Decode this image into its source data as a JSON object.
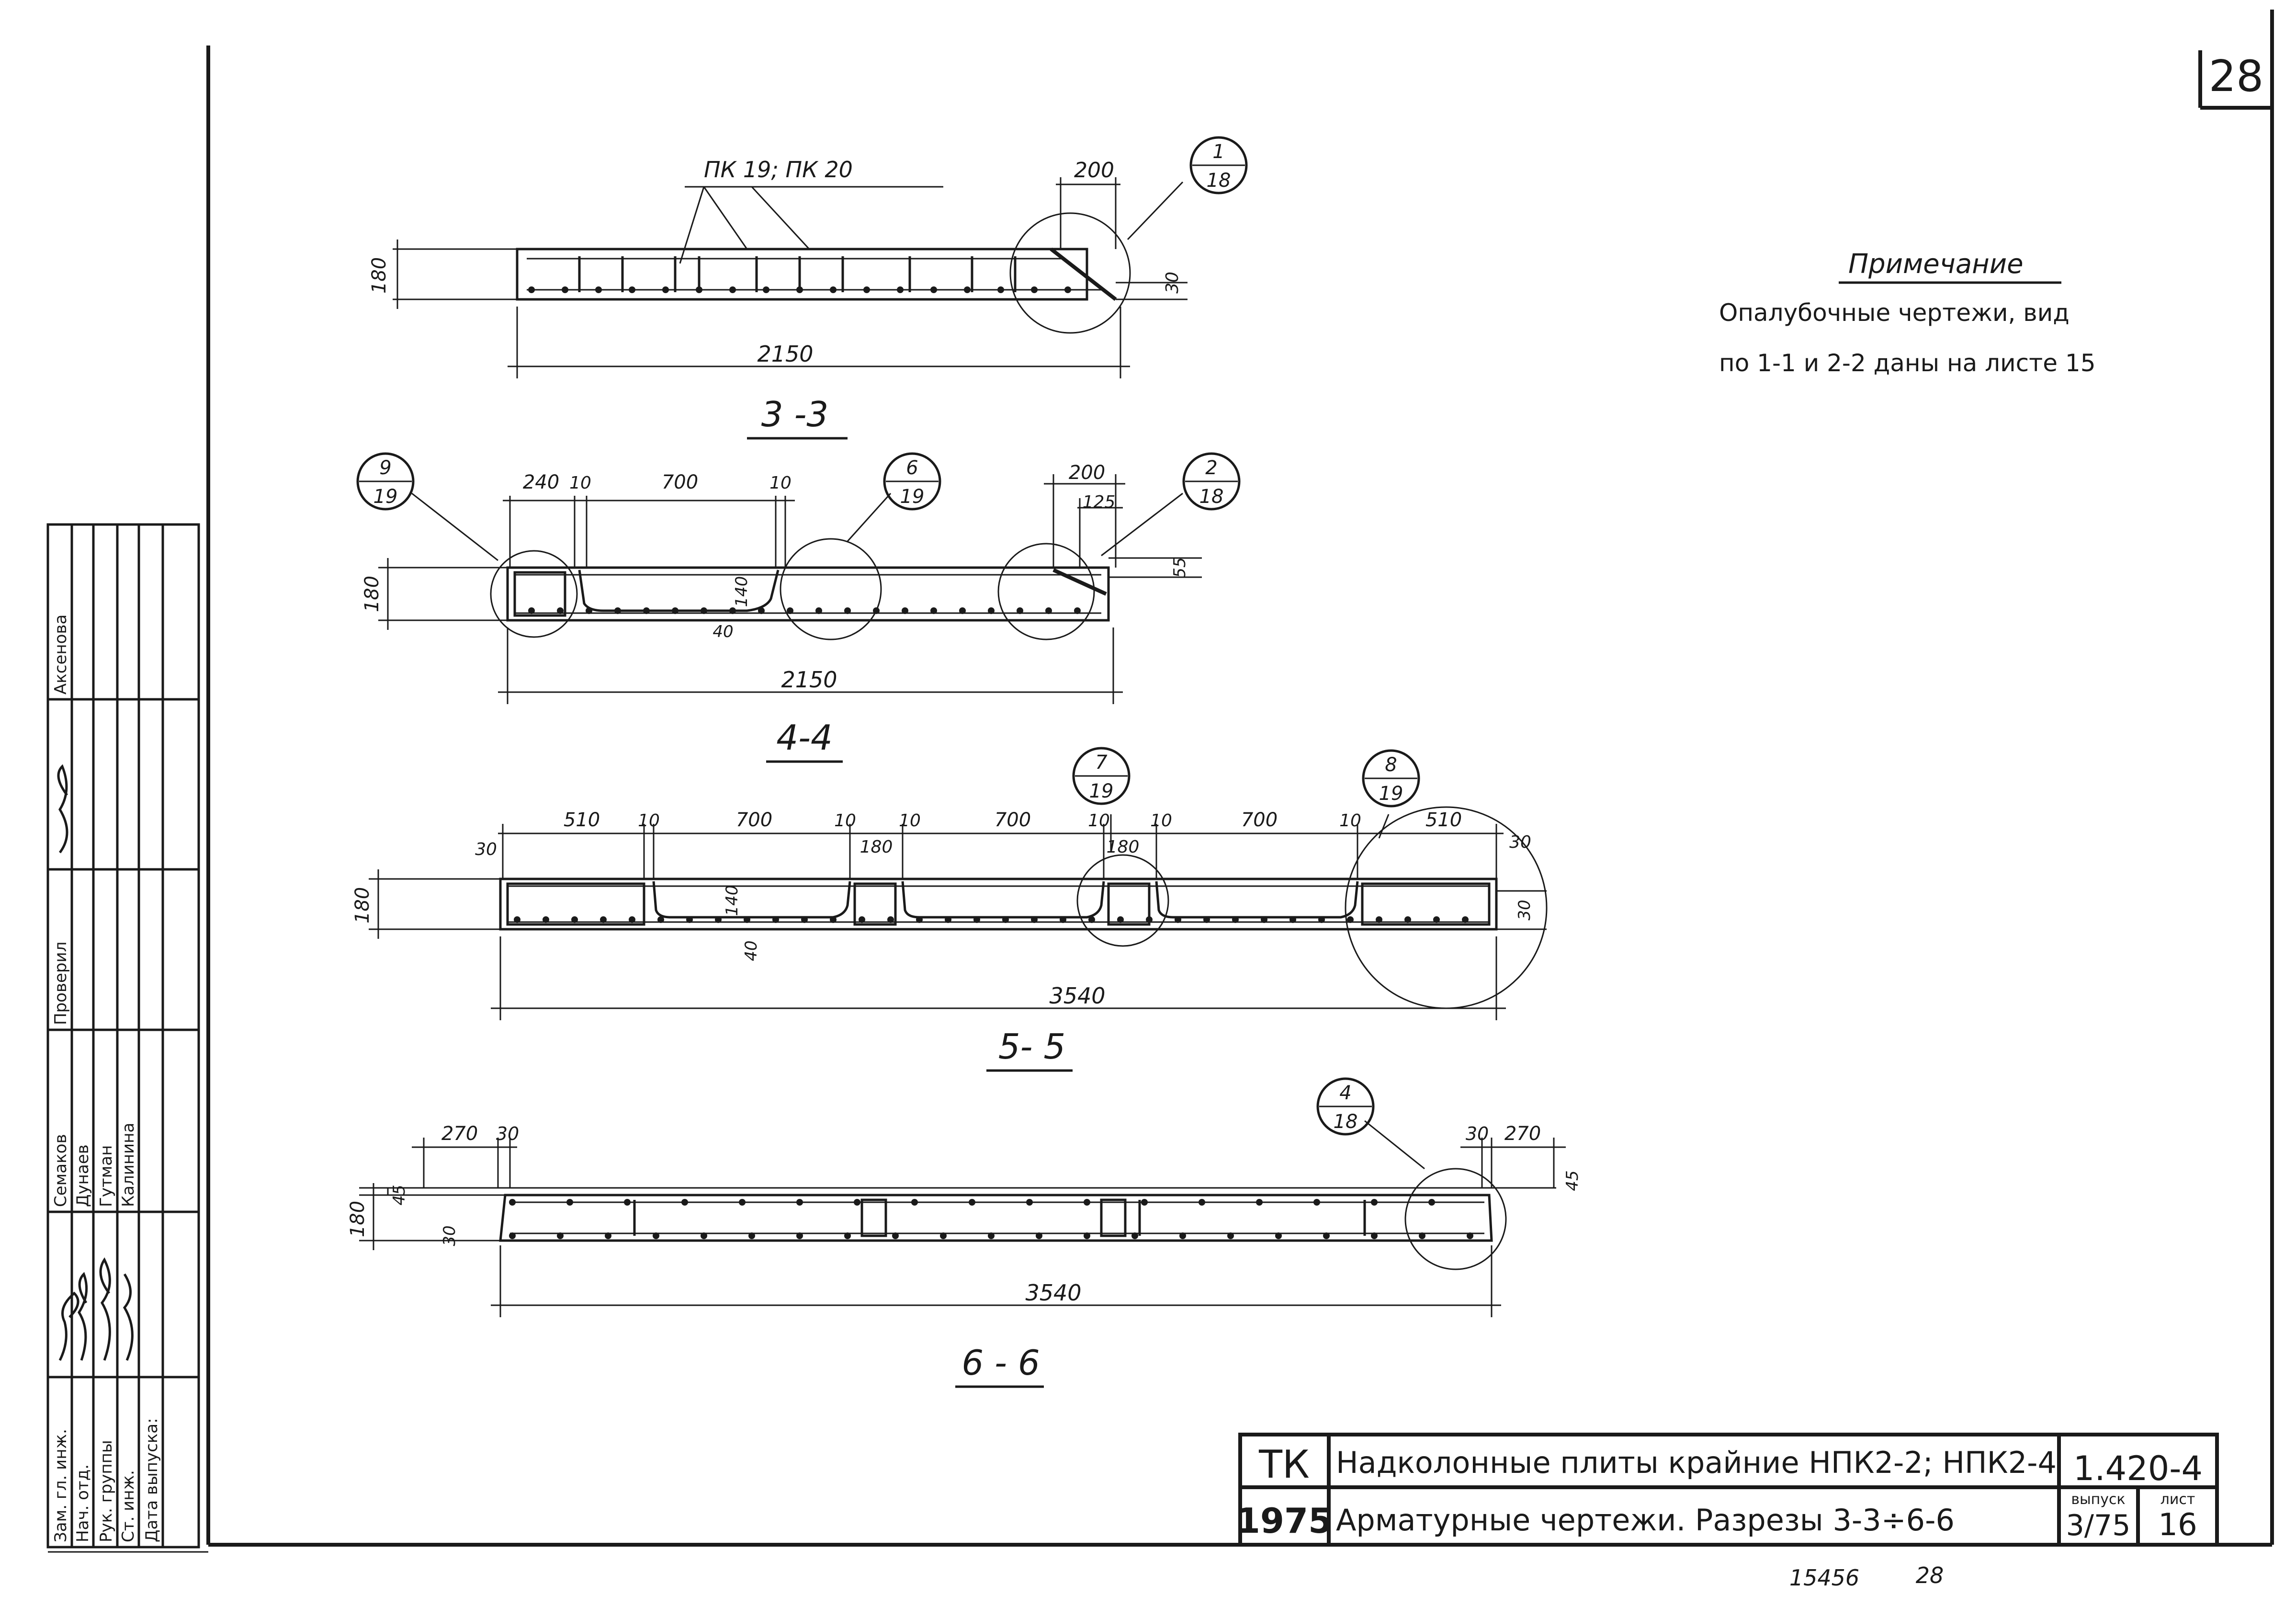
{
  "sheet_number": "28",
  "note": {
    "title": "Примечание",
    "line1": "Опалубочные   чертежи, вид",
    "line2": "по 1-1 и 2-2 даны на листе 15"
  },
  "sections": {
    "s33": {
      "title": "3 -3",
      "marks_label": "ПК 19;  ПК 20",
      "d_top": "200",
      "d_height": "180",
      "d_right": "30",
      "d_length": "2150",
      "node_top": "1",
      "node_bot": "18"
    },
    "s44": {
      "title": "4-4",
      "d240": "240",
      "d10a": "10",
      "d700": "700",
      "d10b": "10",
      "d200": "200",
      "d125": "125",
      "d55": "55",
      "d180": "180",
      "d140": "140",
      "d40": "40",
      "d_length": "2150",
      "n1_top": "9",
      "n1_bot": "19",
      "n2_top": "6",
      "n2_bot": "19",
      "n3_top": "2",
      "n3_bot": "18"
    },
    "s55": {
      "title": "5- 5",
      "d510a": "510",
      "d10a": "10",
      "d700a": "700",
      "d10b": "10",
      "d180a": "180",
      "d10c": "10",
      "d700b": "700",
      "d10d": "10",
      "d180b": "180",
      "d10e": "10",
      "d700c": "700",
      "d10f": "10",
      "d510b": "510",
      "d30l": "30",
      "d30r": "30",
      "d30rb": "30",
      "d180h": "180",
      "d140": "140",
      "d40": "40",
      "d_length": "3540",
      "n1_top": "7",
      "n1_bot": "19",
      "n2_top": "8",
      "n2_bot": "19"
    },
    "s66": {
      "title": "6 - 6",
      "d270l": "270",
      "d30l": "30",
      "d30r": "30",
      "d270r": "270",
      "d180": "180",
      "d45l": "45",
      "d30lb": "30",
      "d45r": "45",
      "d_length": "3540",
      "n_top": "4",
      "n_bot": "18"
    }
  },
  "stamp": {
    "org": "ТК",
    "year": "1975",
    "title1": "Надколонные плиты крайние НПК2-2; НПК2-4",
    "title2": "Арматурные чертежи. Разрезы 3-3÷6-6",
    "code": "1.420-4",
    "issue_label": "выпуск",
    "issue_value": "3/75",
    "sheet_label": "лист",
    "sheet_value": "16"
  },
  "side_stamp": {
    "roles": [
      "Зам. гл. инж.",
      "Нач. отд.",
      "Рук. группы",
      "Ст. инж.",
      "Дата выпуска:"
    ],
    "names": [
      "Семаков",
      "Дунаев",
      "Гутман",
      "Калинина"
    ],
    "checked_label": "Проверил",
    "checked_name": "Аксенова"
  },
  "bottom_numbers": {
    "archive": "15456",
    "page": "28"
  }
}
